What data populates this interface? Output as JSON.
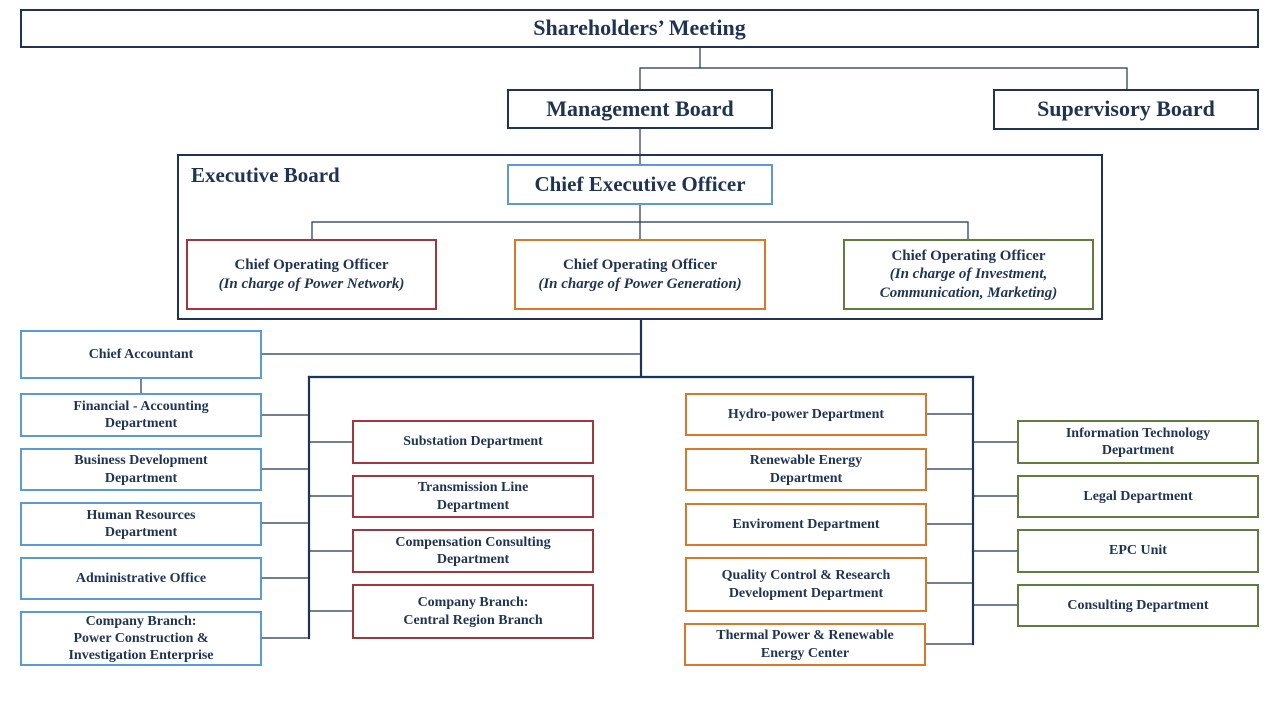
{
  "top": {
    "shareholders": "Shareholders’ Meeting",
    "management": "Management Board",
    "supervisory": "Supervisory Board"
  },
  "executive": {
    "label": "Executive Board",
    "ceo": "Chief Executive Officer",
    "coo_network": {
      "title": "Chief Operating Officer",
      "sub": "(In charge of Power Network)"
    },
    "coo_generation": {
      "title": "Chief Operating Officer",
      "sub": "(In charge of Power Generation)"
    },
    "coo_investment": {
      "title": "Chief Operating Officer",
      "sub1": "(In charge of Investment,",
      "sub2": "Communication, Marketing)"
    }
  },
  "left_units": {
    "chief_accountant": "Chief Accountant",
    "financial": [
      "Financial - Accounting",
      "Department"
    ],
    "business": [
      "Business Development",
      "Department"
    ],
    "hr": [
      "Human Resources",
      "Department"
    ],
    "admin": "Administrative Office",
    "branch_pcie": [
      "Company Branch:",
      "Power Construction &",
      "Investigation Enterprise"
    ]
  },
  "network_units": {
    "substation": "Substation Department",
    "transmission": [
      "Transmission Line",
      "Department"
    ],
    "compensation": [
      "Compensation Consulting",
      "Department"
    ],
    "branch_central": [
      "Company Branch:",
      "Central Region Branch"
    ]
  },
  "generation_units": {
    "hydro": "Hydro-power Department",
    "renewable": [
      "Renewable Energy",
      "Department"
    ],
    "environment": "Enviroment Department",
    "quality": [
      "Quality Control & Research",
      "Development Department"
    ],
    "thermal": [
      "Thermal Power & Renewable",
      "Energy Center"
    ]
  },
  "investment_units": {
    "it": [
      "Information Technology",
      "Department"
    ],
    "legal": "Legal Department",
    "epc": "EPC Unit",
    "consulting": "Consulting Department"
  },
  "colors": {
    "navy": "#1f3352",
    "blue": "#5b9bd5",
    "red": "#a0373e",
    "orange": "#d9772b",
    "green": "#5e7d3f"
  }
}
